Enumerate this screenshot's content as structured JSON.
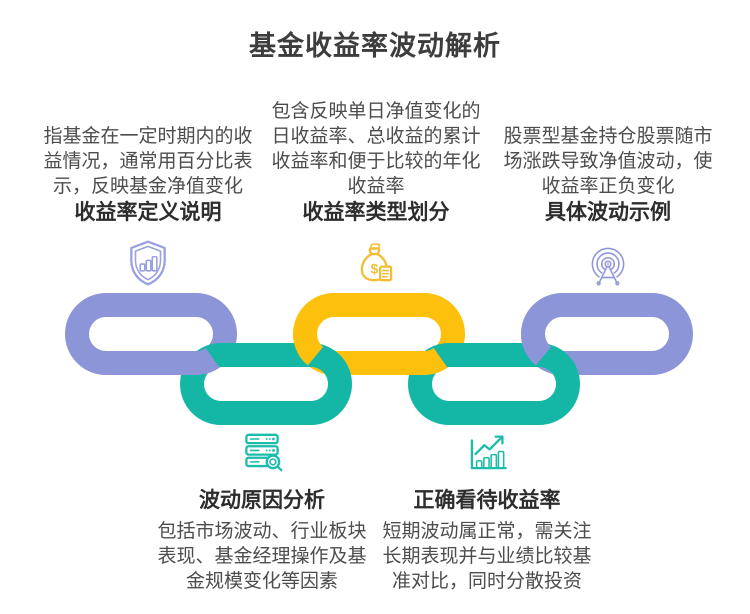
{
  "title": "基金收益率波动解析",
  "colors": {
    "purple": "#8d95d9",
    "teal": "#14b7a6",
    "yellow": "#fcc00d",
    "title_text": "#3d3d3d",
    "heading_text": "#2d2d2d",
    "body_text": "#4d4d4d",
    "background": "#ffffff"
  },
  "top_items": [
    {
      "icon": "shield-chart-icon",
      "heading": "收益率定义说明",
      "description": "指基金在一定时期内的收益情况，通常用百分比表示，反映基金净值变化"
    },
    {
      "icon": "money-bag-icon",
      "heading": "收益率类型划分",
      "description": "包含反映单日净值变化的日收益率、总收益的累计收益率和便于比较的年化收益率"
    },
    {
      "icon": "broadcast-tower-icon",
      "heading": "具体波动示例",
      "description": "股票型基金持仓股票随市场涨跌导致净值波动，使收益率正负变化"
    }
  ],
  "bottom_items": [
    {
      "icon": "server-search-icon",
      "heading": "波动原因分析",
      "description": "包括市场波动、行业板块表现、基金经理操作及基金规模变化等因素"
    },
    {
      "icon": "growth-chart-icon",
      "heading": "正确看待收益率",
      "description": "短期波动属正常，需关注长期表现并与业绩比较基准对比，同时分散投资"
    }
  ],
  "chain": {
    "link_colors": [
      "#8d95d9",
      "#14b7a6",
      "#fcc00d",
      "#14b7a6",
      "#8d95d9"
    ],
    "link_count": 5
  }
}
